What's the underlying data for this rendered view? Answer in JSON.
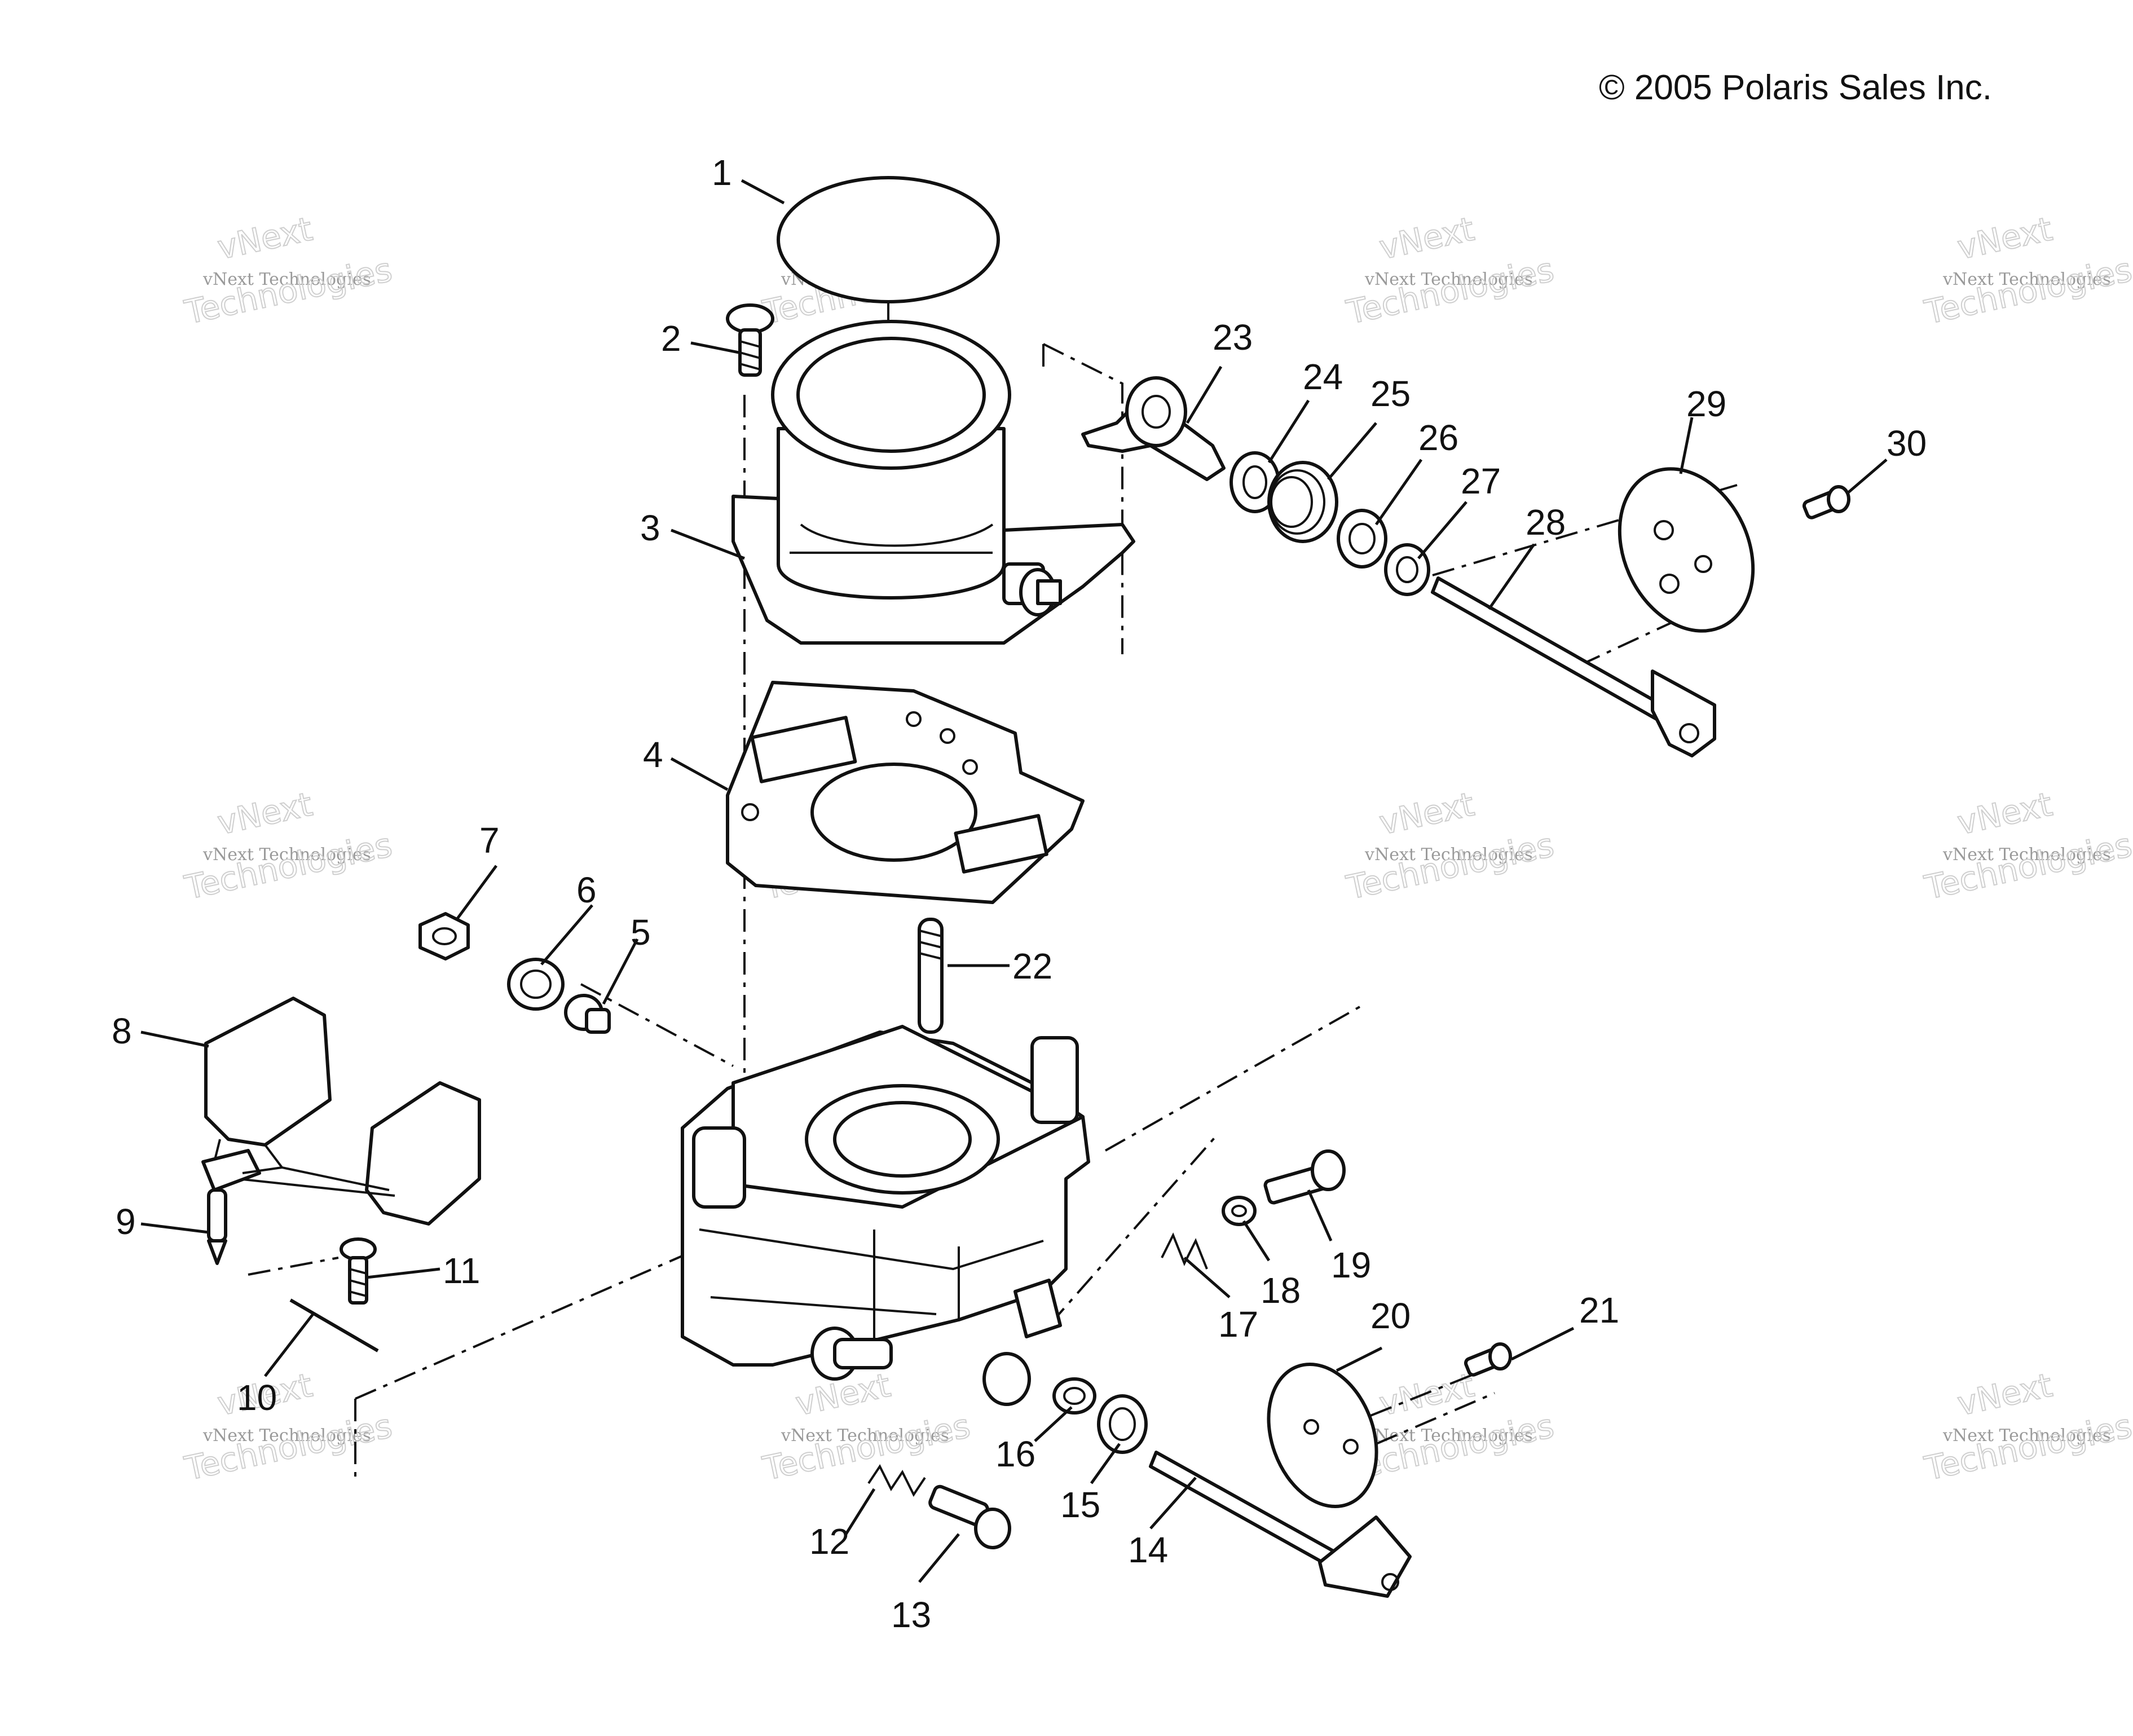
{
  "copyright": "© 2005 Polaris Sales Inc.",
  "watermark": {
    "line1": "vNext Technologies",
    "line2": "vNext",
    "line3": "Technologies"
  },
  "callouts": [
    "1",
    "2",
    "3",
    "4",
    "5",
    "6",
    "7",
    "8",
    "9",
    "10",
    "11",
    "12",
    "13",
    "14",
    "15",
    "16",
    "17",
    "18",
    "19",
    "20",
    "21",
    "22",
    "23",
    "24",
    "25",
    "26",
    "27",
    "28",
    "29",
    "30"
  ]
}
